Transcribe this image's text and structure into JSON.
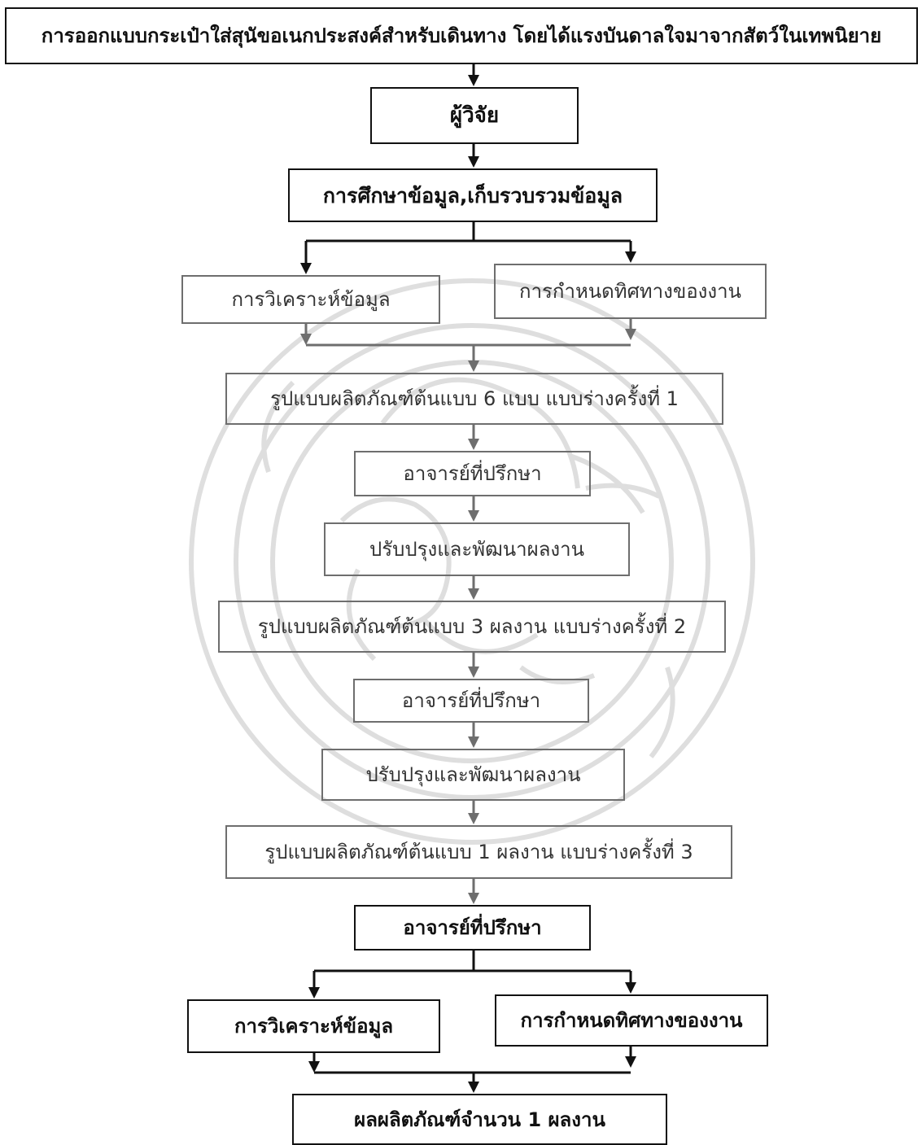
{
  "flowchart": {
    "title": "การออกแบบกระเป๋าใส่สุนัขอเนกประสงค์สำหรับเดินทาง โดยได้แรงบันดาลใจมาจากสัตว์ในเทพนิยาย",
    "researcher": "ผู้วิจัย",
    "study": "การศึกษาข้อมูล,เก็บรวบรวมข้อมูล",
    "analysis_1": "การวิเคราะห์ข้อมูล",
    "direction_1": "การกำหนดทิศทางของงาน",
    "prototype_6": "รูปแบบผลิตภัณฑ์ต้นแบบ 6 แบบ แบบร่างครั้งที่ 1",
    "advisor_1": "อาจารย์ที่ปรึกษา",
    "improve_1": "ปรับปรุงและพัฒนาผลงาน",
    "prototype_3": "รูปแบบผลิตภัณฑ์ต้นแบบ 3 ผลงาน แบบร่างครั้งที่ 2",
    "advisor_2": "อาจารย์ที่ปรึกษา",
    "improve_2": "ปรับปรุงและพัฒนาผลงาน",
    "prototype_1": "รูปแบบผลิตภัณฑ์ต้นแบบ 1 ผลงาน แบบร่างครั้งที่ 3",
    "advisor_3": "อาจารย์ที่ปรึกษา",
    "analysis_2": "การวิเคราะห์ข้อมูล",
    "direction_2": "การกำหนดทิศทางของงาน",
    "result": "ผลผลิตภัณฑ์จำนวน 1 ผลงาน"
  },
  "colors": {
    "dark": "#111111",
    "faint": "#6e6e6e",
    "watermark": "#d9d9d9"
  }
}
